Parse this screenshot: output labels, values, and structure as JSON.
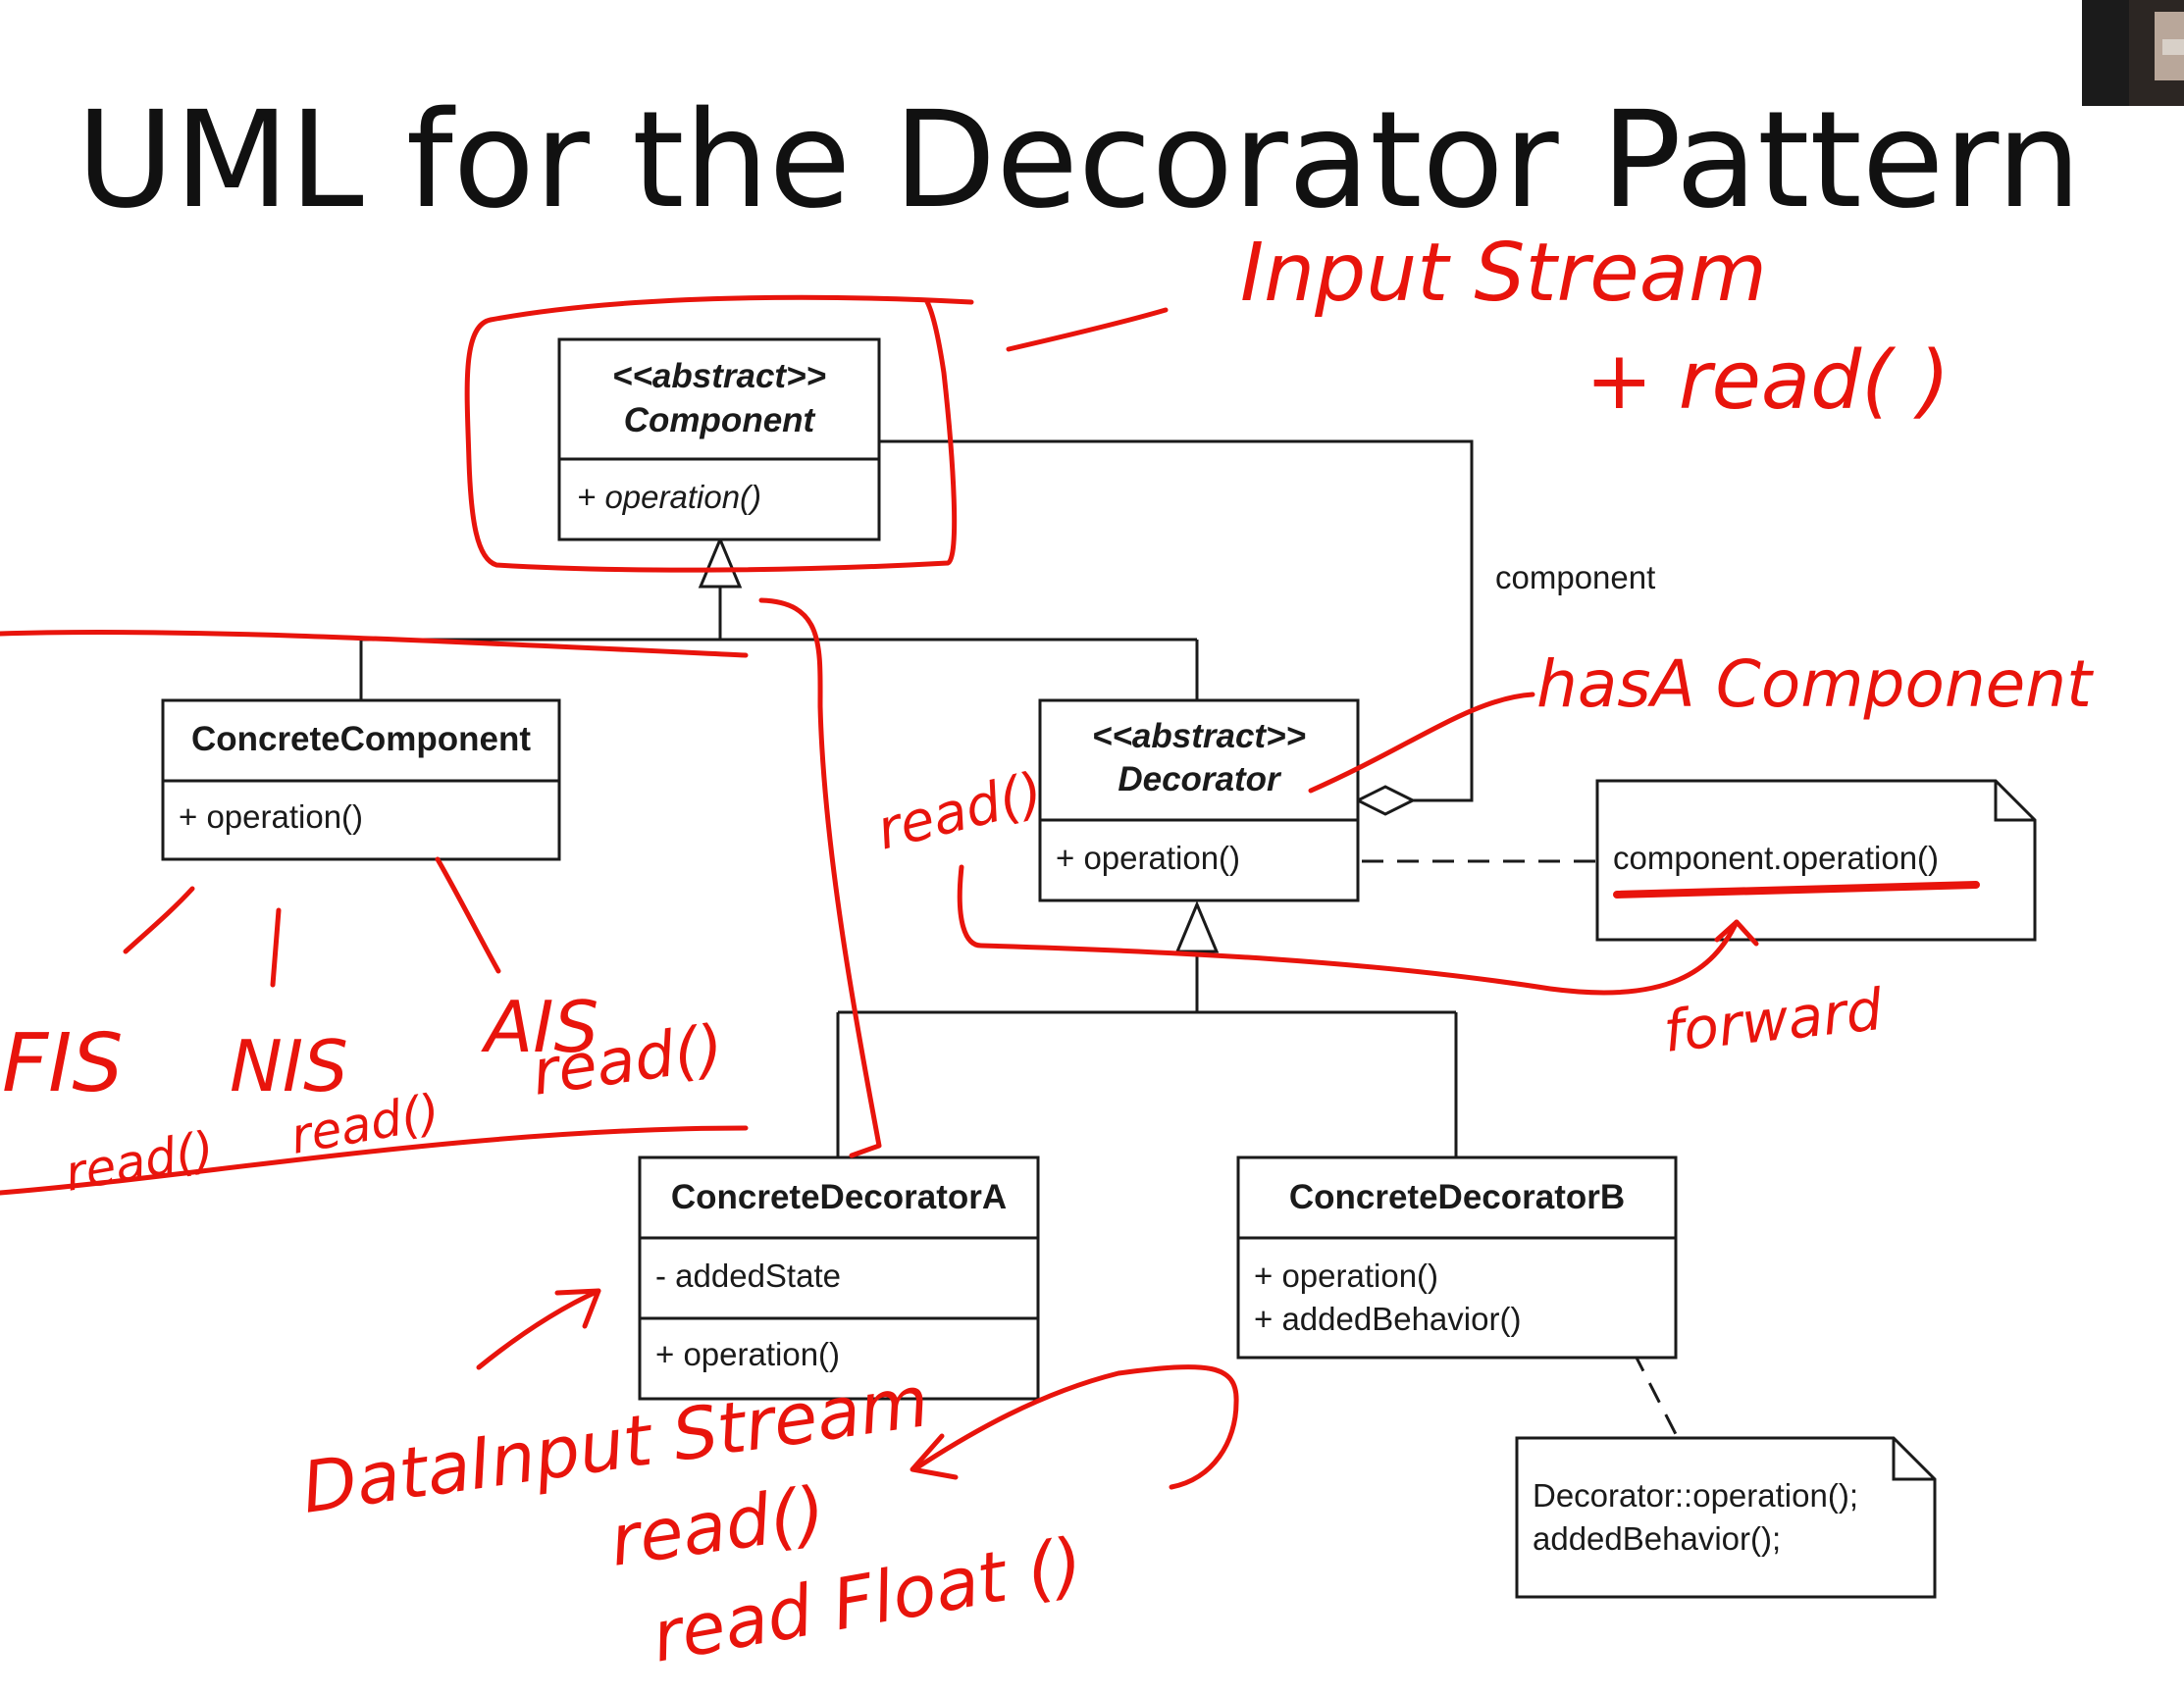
{
  "slide": {
    "title": "UML for the Decorator Pattern"
  },
  "uml": {
    "component": {
      "stereotype": "<<abstract>>",
      "name": "Component",
      "method": "+ operation()"
    },
    "concrete_component": {
      "name": "ConcreteComponent",
      "method": "+ operation()"
    },
    "decorator": {
      "stereotype": "<<abstract>>",
      "name": "Decorator",
      "method": "+ operation()"
    },
    "concrete_decorator_a": {
      "name": "ConcreteDecoratorA",
      "field": "- addedState",
      "method": "+ operation()"
    },
    "concrete_decorator_b": {
      "name": "ConcreteDecoratorB",
      "method1": "+ operation()",
      "method2": "+ addedBehavior()"
    },
    "assoc_label": "component",
    "note1": "component.operation()",
    "note2_line1": "Decorator::operation();",
    "note2_line2": "addedBehavior();"
  },
  "annotations": {
    "input_stream": "Input Stream",
    "plus_read": "+ read( )",
    "has_a": "hasA  Component",
    "read_decorator": "read()",
    "forward": "forward",
    "fis": "FIS",
    "nis": "NIS",
    "ais": "AIS",
    "read_fis": "read()",
    "read_nis": "read()",
    "read_ais": "read()",
    "data_input_stream": "DataInput Stream",
    "dis_read": "read()",
    "dis_read_float": "read Float ()"
  },
  "colors": {
    "ink": "#e8140c",
    "uml_line": "#1a1a1a"
  }
}
